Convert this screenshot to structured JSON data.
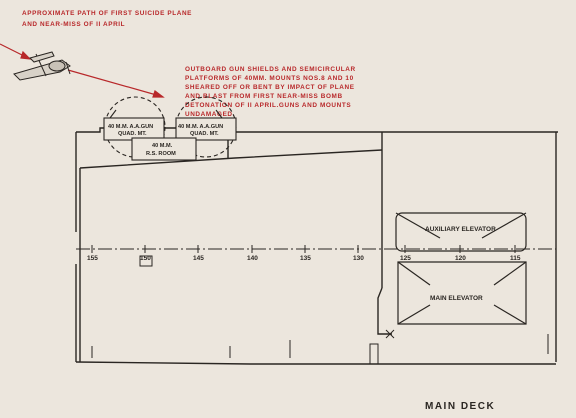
{
  "annotations": {
    "path_line1": "APPROXIMATE PATH OF FIRST SUICIDE PLANE",
    "path_line2": "AND NEAR-MISS OF II APRIL",
    "damage_lines": [
      "OUTBOARD GUN SHIELDS AND SEMICIRCULAR",
      "PLATFORMS OF 40MM. MOUNTS NOS.8 AND 10",
      "SHEARED OFF OR BENT BY IMPACT OF PLANE",
      "AND BLAST FROM FIRST NEAR-MISS BOMB",
      "DETONATION OF II APRIL.GUNS AND MOUNTS",
      "UNDAMAGED."
    ]
  },
  "labels": {
    "gun_left_1": "40 M.M. A.A.GUN",
    "gun_left_2": "QUAD. MT.",
    "gun_right_1": "40 M.M. A.A.GUN",
    "gun_right_2": "QUAD. MT.",
    "rs_room_1": "40 M.M.",
    "rs_room_2": "R.S. ROOM",
    "aux_elevator": "AUXILIARY ELEVATOR",
    "main_elevator": "MAIN ELEVATOR",
    "deck_title": "MAIN DECK"
  },
  "frames": [
    "155",
    "150",
    "145",
    "140",
    "135",
    "130",
    "125",
    "120",
    "115"
  ],
  "colors": {
    "annotation": "#b8282a",
    "ink": "#2a2622",
    "paper": "#ece6dd"
  }
}
